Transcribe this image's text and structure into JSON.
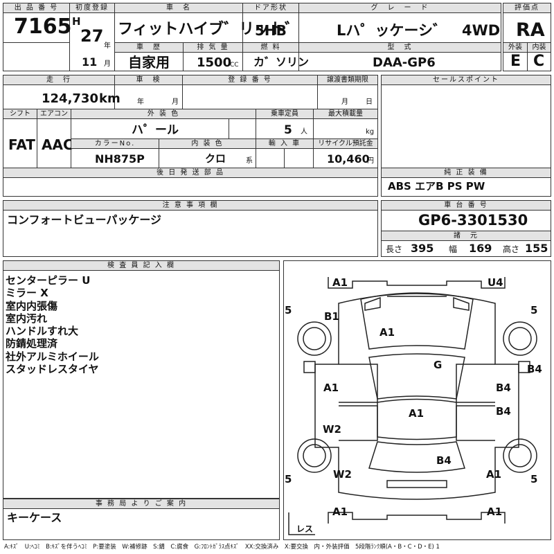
{
  "headers": {
    "lot_no": "出 品 番 号",
    "first_reg": "初度登録",
    "car_name": "車　名",
    "door": "ドア形状",
    "grade": "グ　レ　ー　ド",
    "score": "評価点",
    "history": "車　歴",
    "displacement": "排 気 量",
    "fuel": "燃 料",
    "model": "型　式",
    "exterior": "外装",
    "interior": "内装",
    "mileage": "走　行",
    "inspection": "車　検",
    "reg_no": "登 録 番 号",
    "transfer": "譲渡書類期限",
    "sales_points": "セールスポイント",
    "shift": "シフト",
    "aircon": "エアコン",
    "ext_color": "外 装 色",
    "capacity": "乗車定員",
    "max_load": "最大積載量",
    "color_no": "カラーNo.",
    "int_color": "内 装 色",
    "import": "輸 入 車",
    "recycle": "リサイクル預託金",
    "later_parts": "後 日 発 送 部 品",
    "genuine": "純 正 装 備",
    "caution": "注 意 事 項 欄",
    "chassis": "車 台 番 号",
    "specs": "諸　元",
    "inspector": "検 査 員 記 入 欄",
    "office": "事 務 局 よ り ご 案 内"
  },
  "lot_no": "7165",
  "era": "H",
  "year": "27",
  "year_unit": "年",
  "month": "11",
  "month_unit": "月",
  "car_name": "フィットハイブ゛リット゛",
  "door": "5HB",
  "grade": "Lハ゜ッケーシ゛　4WD",
  "score": "RA",
  "history": "自家用",
  "displacement": "1500",
  "cc": "CC",
  "fuel": "カ゛ソリン",
  "model": "DAA-GP6",
  "exterior": "E",
  "interior": "C",
  "mileage": "124,730",
  "km": "km",
  "insp_year": "年",
  "insp_month": "月",
  "tr_month": "月",
  "tr_day": "日",
  "shift": "FAT",
  "aircon": "AAC",
  "ext_color": "ハ゜ール",
  "capacity": "5",
  "cap_unit": "人",
  "load_unit": "kg",
  "color_no": "NH875P",
  "int_color": "クロ",
  "int_suffix": "系",
  "recycle": "10,460",
  "yen": "円",
  "genuine": "ABS  エアB  PS  PW",
  "caution": "コンフォートビューパッケージ",
  "chassis": "GP6-3301530",
  "length_label": "長さ",
  "length": "395",
  "width_label": "幅",
  "width": "169",
  "height_label": "高さ",
  "height": "155",
  "inspector_notes": [
    "センターピラー U",
    "ミラー X",
    "室内内張傷",
    "室内汚れ",
    "ハンドルすれ大",
    "防錆処理済",
    "社外アルミホイール",
    "スタッドレスタイヤ"
  ],
  "office": "キーケース",
  "diagram": {
    "front_l": "A1",
    "front_r": "U4",
    "hood": "A1",
    "b1": "B1",
    "g": "G",
    "left_front": "A1",
    "right_front": "B4",
    "right_side": "B4",
    "roof": "A1",
    "right_mid": "B4",
    "left_mid": "W2",
    "trunk": "B4",
    "left_rear": "W2",
    "right_rear": "A1",
    "rear_l": "A1",
    "rear_r": "A1",
    "tire1": "5",
    "tire2": "5",
    "tire3": "5",
    "tire4": "5",
    "spare": "レス"
  },
  "footer": "A:ｷｽﾞ　U:ﾍｺﾐ　B:ｷｽﾞを伴うﾍｺﾐ　P:要塗装　W:補修跡　S:錆　C:腐食　G:ﾌﾛﾝﾄｶﾞﾗｽ点ｷｽﾞ　XX:交換済み　X:要交換　内・外装評価　5段階ﾗﾝｸ順(A・B・C・D・E) 1"
}
